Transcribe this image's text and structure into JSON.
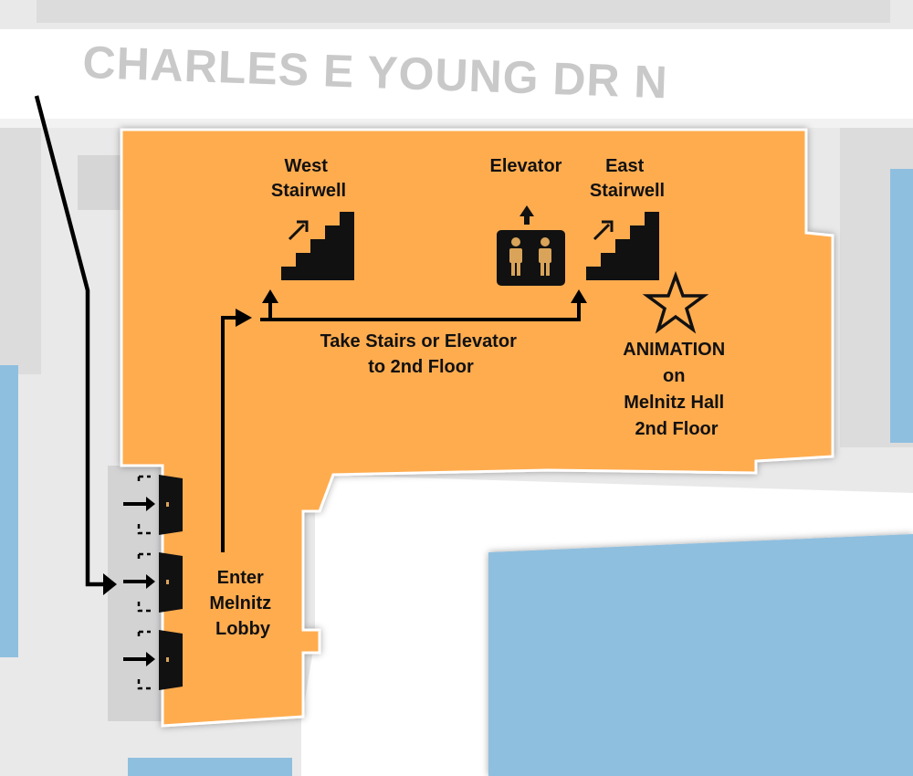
{
  "map": {
    "street_name": "CHARLES E YOUNG DR N",
    "labels": {
      "west_stairwell": [
        "West",
        "Stairwell"
      ],
      "east_stairwell": [
        "East",
        "Stairwell"
      ],
      "elevator": "Elevator",
      "route_instruction": [
        "Take Stairs or Elevator",
        "to 2nd Floor"
      ],
      "destination": [
        "ANIMATION",
        "on",
        "Melnitz Hall",
        "2nd Floor"
      ],
      "entrance": [
        "Enter",
        "Melnitz",
        "Lobby"
      ]
    },
    "icons": {
      "stairs": "stairs-up-icon",
      "elevator": "elevator-icon",
      "destination": "star-outline-icon",
      "door": "door-icon",
      "arrow": "arrow-icon"
    },
    "colors": {
      "building": "#ffac4f",
      "water_blocks": "#8fbfdf",
      "background": "#e9e9ea",
      "street": "#ffffff",
      "route": "#000000"
    }
  }
}
